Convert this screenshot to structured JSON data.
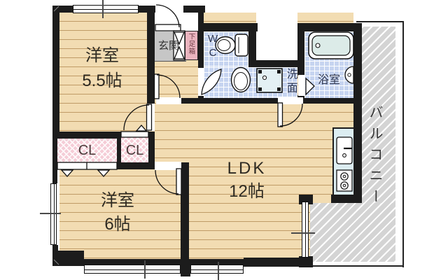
{
  "plan_title": "apartment-floor-plan",
  "rooms": {
    "room1": {
      "name": "洋室",
      "size": "5.5帖"
    },
    "room2": {
      "name": "洋室",
      "size": "6帖"
    },
    "ldk": {
      "name": "LDK",
      "size": "12帖"
    },
    "genkan": {
      "label": "玄関"
    },
    "shoebox": {
      "label": "下足箱"
    },
    "wc": {
      "label": "WC"
    },
    "washroom": {
      "label": "洗面"
    },
    "bathroom": {
      "label": "浴室"
    },
    "balcony": {
      "label": "バルコニー"
    },
    "closet1": {
      "label": "CL"
    },
    "closet2": {
      "label": "CL"
    }
  },
  "fixtures": [
    "entrance-door",
    "shoe-cabinet-doors",
    "toilet",
    "wash-basin",
    "washing-machine",
    "bathtub",
    "bath-faucet",
    "kitchen-sink",
    "gas-stove",
    "closet-folding-doors"
  ],
  "colors": {
    "wall": "#1c1c1c",
    "wood_floor": "#f2dcb2",
    "tile_blue": "#c6d4f0",
    "closet_pink": "#f5cdd7",
    "genkan_gray": "#c6c6c6",
    "balcony_gray": "#d4d4d4",
    "kitchen_counter": "#dcedf1"
  }
}
